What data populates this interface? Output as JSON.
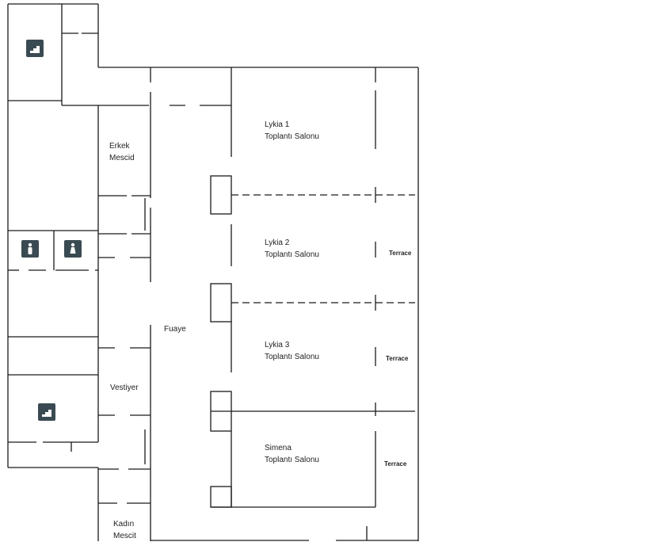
{
  "rooms": {
    "erkek_mescid": {
      "line1": "Erkek",
      "line2": "Mescid"
    },
    "lykia1": {
      "line1": "Lykia 1",
      "line2": "Toplantı Salonu"
    },
    "lykia2": {
      "line1": "Lykia 2",
      "line2": "Toplantı Salonu"
    },
    "lykia3": {
      "line1": "Lykia 3",
      "line2": "Toplantı Salonu"
    },
    "simena": {
      "line1": "Simena",
      "line2": "Toplantı Salonu"
    },
    "fuaye": "Fuaye",
    "vestiyer": "Vestiyer",
    "kadin_mescit": {
      "line1": "Kadın",
      "line2": "Mescit"
    }
  },
  "terraces": [
    "Terrace",
    "Terrace",
    "Terrace"
  ],
  "icons": [
    "stairs-icon",
    "restroom-icon",
    "restroom-icon",
    "stairs-icon"
  ],
  "colors": {
    "walls": "#1a1a1a",
    "icon_bg": "#3a4a52"
  }
}
